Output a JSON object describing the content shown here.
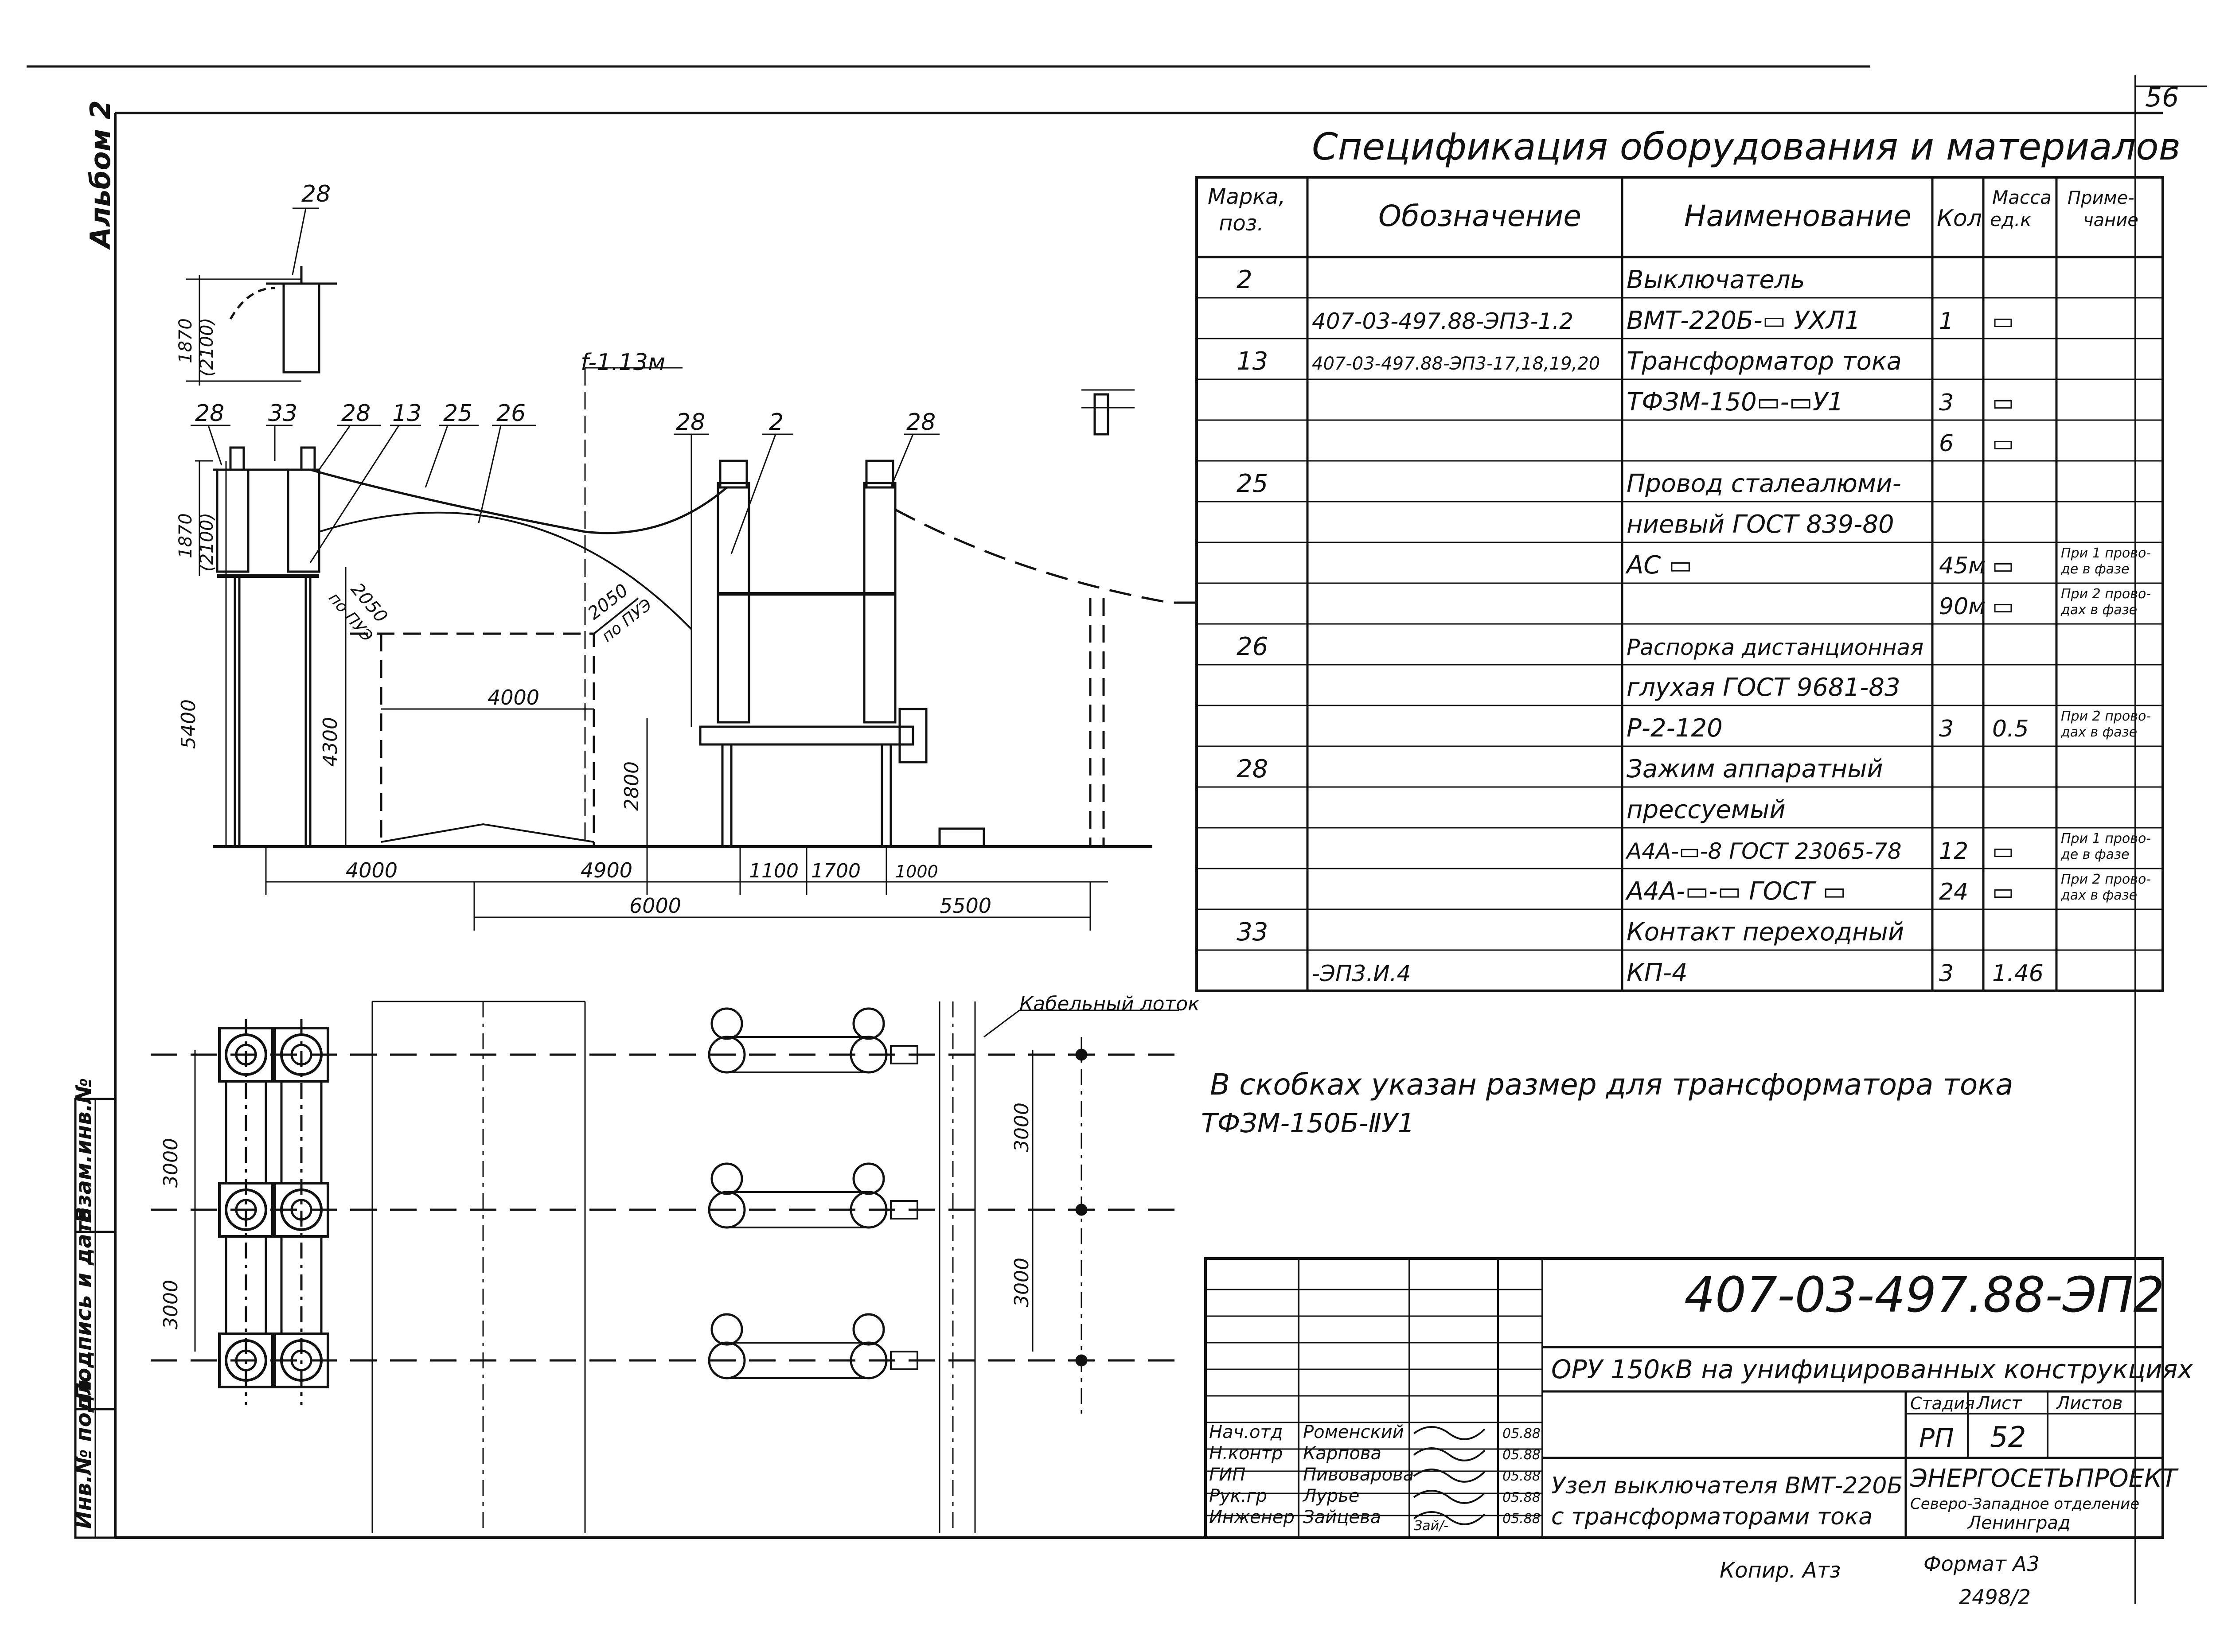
{
  "sheet_number": "56",
  "album_label": "Альбом 2",
  "spec": {
    "title": "Спецификация оборудования и материалов",
    "headers": {
      "mark": [
        "Марка,",
        "поз."
      ],
      "designation": "Обозначение",
      "name": "Наименование",
      "qty": "Кол",
      "mass": [
        "Масса",
        "ед.к"
      ],
      "note": [
        "Приме-",
        "чание"
      ]
    },
    "rows": [
      {
        "mark": "2",
        "designation": "",
        "name": "Выключатель",
        "qty": "",
        "mass": "",
        "note": [
          "",
          ""
        ]
      },
      {
        "mark": "",
        "designation": "407-03-497.88-ЭП3-1.2",
        "name": "ВМТ-220Б-▭ УХЛ1",
        "qty": "1",
        "mass": "▭",
        "note": [
          "",
          ""
        ]
      },
      {
        "mark": "13",
        "designation": "407-03-497.88-ЭП3-17,18,19,20",
        "name": "Трансформатор тока",
        "qty": "",
        "mass": "",
        "note": [
          "",
          ""
        ]
      },
      {
        "mark": "",
        "designation": "",
        "name": "ТФЗМ-150▭-▭У1",
        "qty": "3",
        "mass": "▭",
        "note": [
          "",
          ""
        ]
      },
      {
        "mark": "",
        "designation": "",
        "name": "",
        "qty": "6",
        "mass": "▭",
        "note": [
          "",
          ""
        ]
      },
      {
        "mark": "25",
        "designation": "",
        "name": "Провод сталеалюми-",
        "qty": "",
        "mass": "",
        "note": [
          "",
          ""
        ]
      },
      {
        "mark": "",
        "designation": "",
        "name": "ниевый ГОСТ 839-80",
        "qty": "",
        "mass": "",
        "note": [
          "",
          ""
        ]
      },
      {
        "mark": "",
        "designation": "",
        "name": "АС ▭",
        "qty": "45м",
        "mass": "▭",
        "note": [
          "При 1 прово-",
          "де в фазе"
        ]
      },
      {
        "mark": "",
        "designation": "",
        "name": "",
        "qty": "90м",
        "mass": "▭",
        "note": [
          "При 2 прово-",
          "дах в фазе"
        ]
      },
      {
        "mark": "26",
        "designation": "",
        "name": "Распорка дистанционная",
        "qty": "",
        "mass": "",
        "note": [
          "",
          ""
        ]
      },
      {
        "mark": "",
        "designation": "",
        "name": "глухая ГОСТ 9681-83",
        "qty": "",
        "mass": "",
        "note": [
          "",
          ""
        ]
      },
      {
        "mark": "",
        "designation": "",
        "name": "Р-2-120",
        "qty": "3",
        "mass": "0.5",
        "note": [
          "При 2 прово-",
          "дах в фазе"
        ]
      },
      {
        "mark": "28",
        "designation": "",
        "name": "Зажим аппаратный",
        "qty": "",
        "mass": "",
        "note": [
          "",
          ""
        ]
      },
      {
        "mark": "",
        "designation": "",
        "name": "прессуемый",
        "qty": "",
        "mass": "",
        "note": [
          "",
          ""
        ]
      },
      {
        "mark": "",
        "designation": "",
        "name": "А4А-▭-8 ГОСТ 23065-78",
        "qty": "12",
        "mass": "▭",
        "note": [
          "При 1 прово-",
          "де в фазе"
        ]
      },
      {
        "mark": "",
        "designation": "",
        "name": "А4А-▭-▭ ГОСТ ▭",
        "qty": "24",
        "mass": "▭",
        "note": [
          "При 2 прово-",
          "дах в фазе"
        ]
      },
      {
        "mark": "33",
        "designation": "",
        "name": "Контакт переходный",
        "qty": "",
        "mass": "",
        "note": [
          "",
          ""
        ]
      },
      {
        "mark": "",
        "designation": "-ЭП3.И.4",
        "name": "КП-4",
        "qty": "3",
        "mass": "1.46",
        "note": [
          "",
          ""
        ]
      }
    ]
  },
  "note": {
    "line1": "В скобках указан размер для трансформатора тока",
    "line2": "ТФЗМ-150Б-ⅡУ1"
  },
  "elevation": {
    "dims": {
      "sag": "f-1.13м",
      "h_top": "1870",
      "h_top_ct": "(2100)",
      "h_ct": "1870",
      "h_ct_b": "(2100)",
      "h_5400": "5400",
      "h_4300": "4300",
      "h_2800": "2800",
      "clear1": "2050",
      "clear1_b": "по ПУЭ",
      "clear2": "2050",
      "clear2_b": "по ПУЭ",
      "d_4000_mid": "4000",
      "d_4000": "4000",
      "d_4900": "4900",
      "d_1100": "1100",
      "d_1700": "1700",
      "d_1000": "1000",
      "d_6000": "6000",
      "d_5500": "5500"
    },
    "callouts": {
      "c28_top": "28",
      "c28_a": "28",
      "c33": "33",
      "c28_b": "28",
      "c13": "13",
      "c25": "25",
      "c26": "26",
      "c28_c": "28",
      "c2": "2",
      "c28_d": "28"
    }
  },
  "plan": {
    "cable_tray": "Кабельный лоток",
    "dims": {
      "p1": "3000",
      "p2": "3000",
      "p3": "3000",
      "p4": "3000"
    }
  },
  "stamp": {
    "doc_code": "407-03-497.88-ЭП2",
    "project_title": "ОРУ 150кВ на унифицированных конструкциях",
    "drawing_title_1": "Узел выключателя ВМТ-220Б",
    "drawing_title_2": "с трансформаторами тока",
    "stage_header": "Стадия",
    "sheet_header": "Лист",
    "sheets_header": "Листов",
    "stage": "РП",
    "sheet": "52",
    "sheets": "",
    "org_1": "ЭНЕРГОСЕТЬПРОЕКТ",
    "org_2": "Северо-Западное отделение",
    "org_3": "Ленинград",
    "people": [
      {
        "role": "Нач.отд",
        "name": "Роменский",
        "date": "05.88"
      },
      {
        "role": "Н.контр",
        "name": "Карпова",
        "date": "05.88"
      },
      {
        "role": "ГИП",
        "name": "Пивоварова",
        "date": "05.88"
      },
      {
        "role": "Рук.гр",
        "name": "Лурье",
        "date": "05.88"
      },
      {
        "role": "Инженер",
        "name": "Зайцева",
        "date": "05.88"
      }
    ],
    "last_sign": "Зай/-"
  },
  "side_stamp": {
    "inv": "Инв.№ подл.",
    "sign": "Подпись и дата",
    "vzam": "Взам.инв.№"
  },
  "footer": {
    "copied": "Копир. Атз",
    "format": "Формат А3",
    "number": "2498/2"
  }
}
